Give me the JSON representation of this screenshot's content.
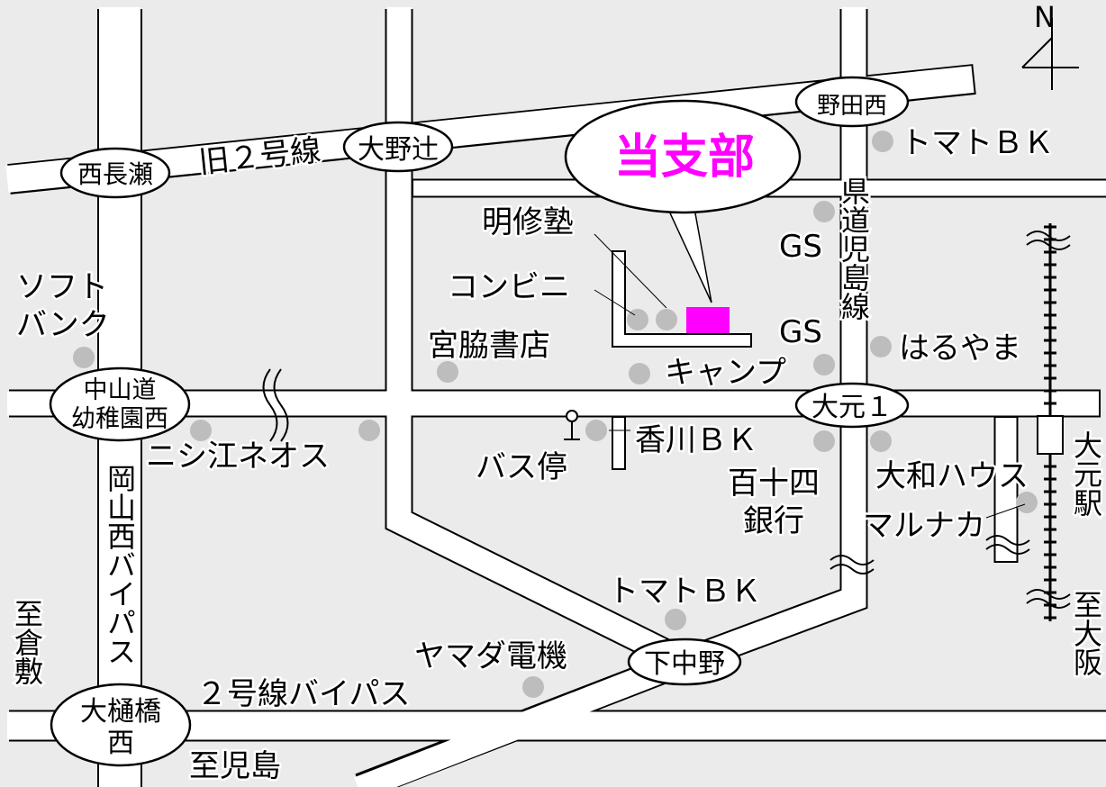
{
  "title": "当支部",
  "colors": {
    "background": "#ebebeb",
    "highlight": "#ff00ff",
    "marker": "#bdbdbd"
  },
  "compass": "N",
  "intersections": {
    "noda_nishi": "野田西",
    "ono_tsuji": "大野辻",
    "nishi_nagase": "西長瀬",
    "nakasando_1": "中山道",
    "nakasando_2": "幼稚園西",
    "omoto1": "大元１",
    "shimonakano": "下中野",
    "obibashi_1": "大樋橋",
    "obibashi_2": "西"
  },
  "roads": {
    "kyu2": "旧２号線",
    "kendo": "県道児島線",
    "okayama_bypass": "岡山西バイパス",
    "bypass2": "２号線バイパス",
    "to_kojima": "至児島",
    "to_kurashiki": "至倉敷",
    "to_osaka": "至大阪",
    "station": "大元駅"
  },
  "landmarks": {
    "tomato_top": "トマトＢＫ",
    "meishujuku": "明修塾",
    "gs1": "GS",
    "gs2": "GS",
    "softbank_1": "ソフト",
    "softbank_2": "バンク",
    "conbini": "コンビニ",
    "haruyama": "はるやま",
    "miyawaki": "宮脇書店",
    "camp": "キャンプ",
    "nishi_eneos": "ニシ江ネオス",
    "kagawa": "香川ＢＫ",
    "bus": "バス停",
    "hyakujushi_1": "百十四",
    "hyakujushi_2": "銀行",
    "daiwa": "大和ハウス",
    "marunaka": "マルナカ",
    "tomato_bottom": "トマトＢＫ",
    "yamada": "ヤマダ電機"
  }
}
